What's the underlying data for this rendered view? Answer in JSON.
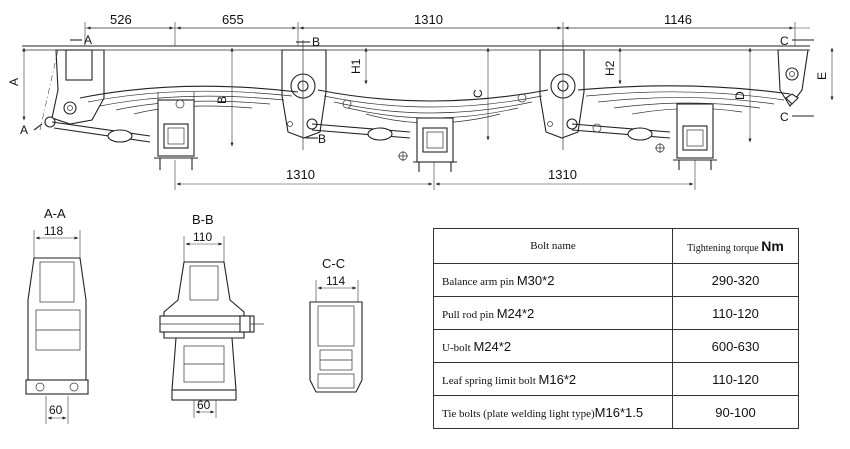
{
  "top_dimensions": [
    "526",
    "655",
    "1310",
    "1146"
  ],
  "bottom_dimensions": [
    "1310",
    "1310"
  ],
  "section_markers": {
    "A": "A",
    "B": "B",
    "C": "C",
    "D": "D",
    "E": "E",
    "H1": "H1",
    "H2": "H2"
  },
  "sections": {
    "aa": {
      "title": "A-A",
      "width": "118",
      "bottom": "60"
    },
    "bb": {
      "title": "B-B",
      "width": "110",
      "bottom": "60"
    },
    "cc": {
      "title": "C-C",
      "width": "114"
    }
  },
  "table": {
    "header_name": "Bolt name",
    "header_torque_prefix": "Tightening torque ",
    "header_torque_unit": "Nm",
    "rows": [
      {
        "name": "Balance arm pin ",
        "spec": "M30*2",
        "torque": "290-320"
      },
      {
        "name": "Pull rod pin ",
        "spec": "M24*2",
        "torque": "110-120"
      },
      {
        "name": "U-bolt ",
        "spec": "M24*2",
        "torque": "600-630"
      },
      {
        "name": "Leaf spring limit bolt ",
        "spec": "M16*2",
        "torque": "110-120"
      },
      {
        "name": "Tie bolts (plate welding light type)",
        "spec": "M16*1.5",
        "torque": "90-100"
      }
    ]
  }
}
